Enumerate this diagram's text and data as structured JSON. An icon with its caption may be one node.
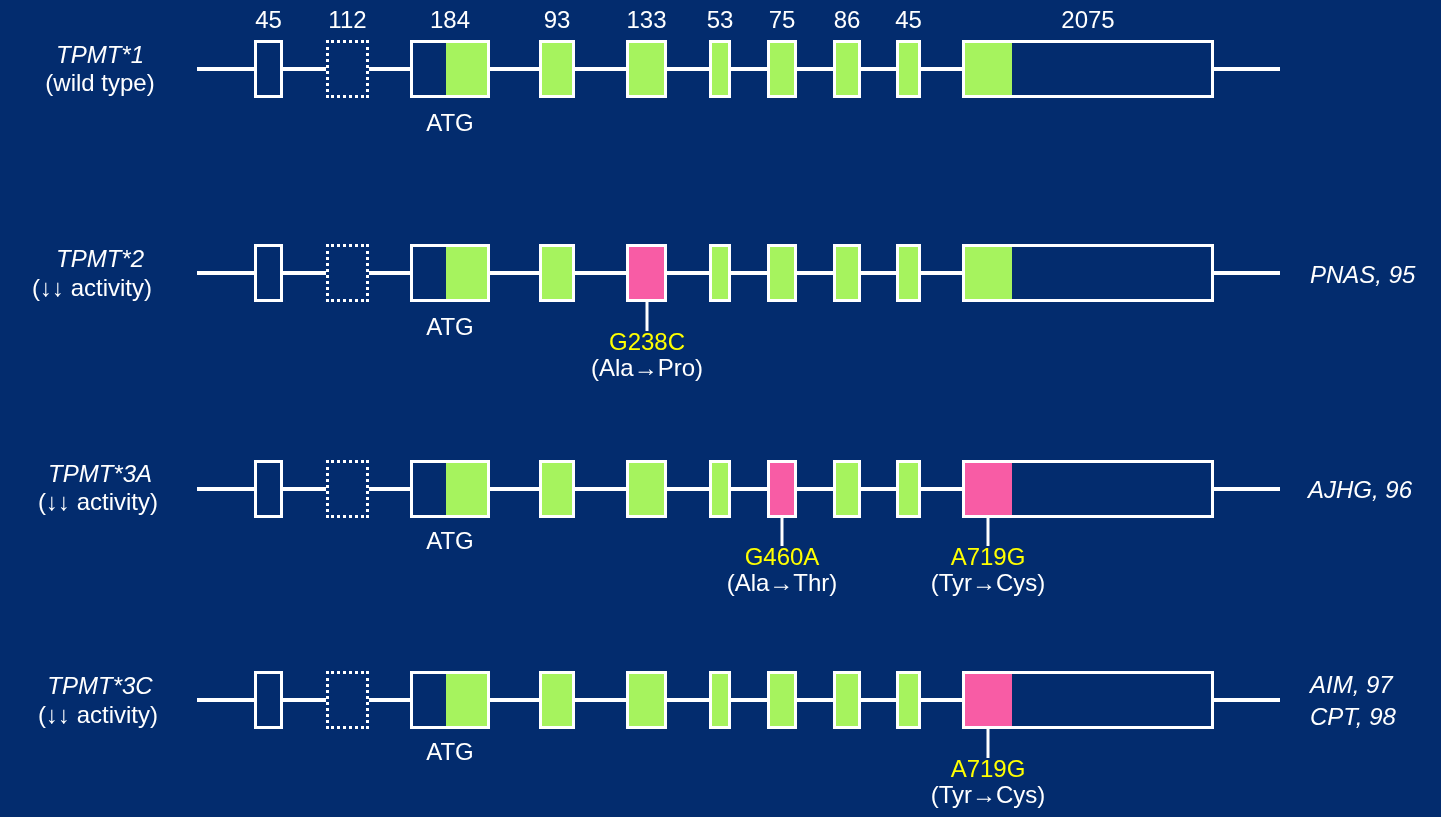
{
  "diagram": {
    "nodes": [
      {
        "text": [
          "45"
        ]
      },
      {
        "text": [
          "112"
        ]
      },
      {
        "text": [
          "184"
        ]
      },
      {
        "text": [
          "93"
        ]
      },
      {
        "text": [
          "133"
        ]
      },
      {
        "text": [
          "53"
        ]
      },
      {
        "text": [
          "75"
        ]
      },
      {
        "text": [
          "86"
        ]
      },
      {
        "text": [
          "45"
        ]
      },
      {
        "text": [
          "2075"
        ]
      },
      {
        "text": [],
        "shape": "box"
      },
      {
        "text": [],
        "shape": "box"
      },
      {
        "text": [],
        "shape": "box"
      },
      {
        "text": [],
        "shape": "box"
      },
      {
        "text": [],
        "shape": "box"
      },
      {
        "text": [],
        "shape": "box"
      },
      {
        "text": [],
        "shape": "box"
      },
      {
        "text": [],
        "shape": "box"
      },
      {
        "text": [],
        "shape": "box"
      },
      {
        "text": [],
        "shape": "box"
      },
      {
        "text": [
          "G238C",
          "(Ala→Pro)"
        ]
      },
      {
        "text": [],
        "shape": "box"
      },
      {
        "text": [],
        "shape": "box"
      },
      {
        "text": [],
        "shape": "box"
      },
      {
        "text": [],
        "shape": "box"
      },
      {
        "text": [],
        "shape": "box"
      },
      {
        "text": [],
        "shape": "box"
      },
      {
        "text": [],
        "shape": "box"
      },
      {
        "text": [],
        "shape": "box"
      },
      {
        "text": [],
        "shape": "box"
      },
      {
        "text": [],
        "shape": "box"
      },
      {
        "text": [
          "G460A",
          "(Ala→Thr)"
        ]
      },
      {
        "text": [
          "A719G",
          "(Tyr→Cys)"
        ]
      },
      {
        "text": [],
        "shape": "box"
      },
      {
        "text": [],
        "shape": "box"
      },
      {
        "text": [],
        "shape": "box"
      },
      {
        "text": [],
        "shape": "box"
      },
      {
        "text": [],
        "shape": "box"
      },
      {
        "text": [],
        "shape": "box"
      },
      {
        "text": [],
        "shape": "box"
      },
      {
        "text": [],
        "shape": "box"
      },
      {
        "text": [],
        "shape": "box"
      },
      {
        "text": [],
        "shape": "box"
      },
      {
        "text": [
          "A719G",
          "(Tyr→Cys)"
        ]
      }
    ],
    "edges": [
      {
        "from": 20,
        "to": 14,
        "arrow": "none"
      },
      {
        "from": 31,
        "to": 27,
        "arrow": "none"
      },
      {
        "from": 32,
        "to": 30,
        "arrow": "none"
      },
      {
        "from": 43,
        "to": 42,
        "arrow": "none"
      }
    ],
    "labels": [
      "TPMT*1",
      "(wild type)",
      "ATG",
      "TPMT*2",
      "(↓↓ activity)",
      "PNAS, 95",
      "ATG",
      "TPMT*3A",
      "(↓↓ activity)",
      "AJHG, 96",
      "ATG",
      "TPMT*3C",
      "AIM, 97",
      "(↓↓ activity)",
      "CPT, 98",
      "ATG"
    ]
  }
}
